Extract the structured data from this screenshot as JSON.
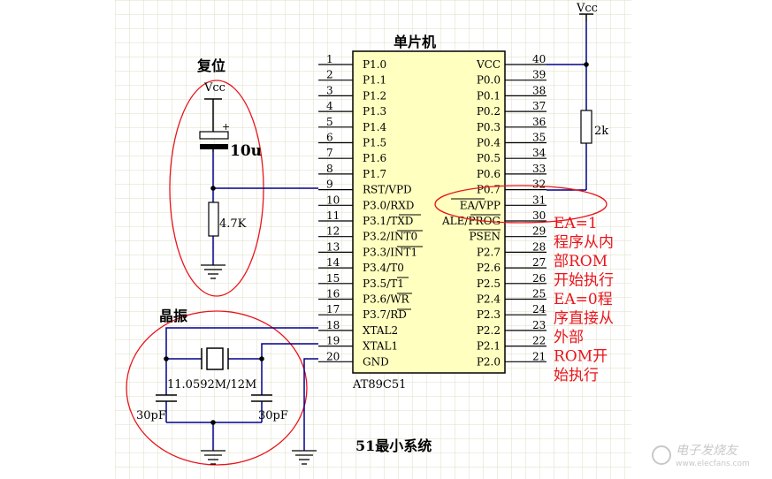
{
  "titles": {
    "chip": "单片机",
    "reset": "复位",
    "crystal_section": "晶振",
    "system": "51最小系统",
    "part": "AT89C51"
  },
  "left_pins": [
    {
      "num": "1",
      "name": "P1.0"
    },
    {
      "num": "2",
      "name": "P1.1"
    },
    {
      "num": "3",
      "name": "P1.2"
    },
    {
      "num": "4",
      "name": "P1.3"
    },
    {
      "num": "5",
      "name": "P1.4"
    },
    {
      "num": "6",
      "name": "P1.5"
    },
    {
      "num": "7",
      "name": "P1.6"
    },
    {
      "num": "8",
      "name": "P1.7"
    },
    {
      "num": "9",
      "name": "RST/VPD"
    },
    {
      "num": "10",
      "name": "P3.0/RXD"
    },
    {
      "num": "11",
      "name": "P3.1/TXD"
    },
    {
      "num": "12",
      "name": "P3.2/INT0"
    },
    {
      "num": "13",
      "name": "P3.3/INT1"
    },
    {
      "num": "14",
      "name": "P3.4/T0"
    },
    {
      "num": "15",
      "name": "P3.5/T1"
    },
    {
      "num": "16",
      "name": "P3.6/WR"
    },
    {
      "num": "17",
      "name": "P3.7/RD"
    },
    {
      "num": "18",
      "name": "XTAL2"
    },
    {
      "num": "19",
      "name": "XTAL1"
    },
    {
      "num": "20",
      "name": "GND"
    }
  ],
  "right_pins": [
    {
      "num": "40",
      "name": "VCC"
    },
    {
      "num": "39",
      "name": "P0.0"
    },
    {
      "num": "38",
      "name": "P0.1"
    },
    {
      "num": "37",
      "name": "P0.2"
    },
    {
      "num": "36",
      "name": "P0.3"
    },
    {
      "num": "35",
      "name": "P0.4"
    },
    {
      "num": "34",
      "name": "P0.5"
    },
    {
      "num": "33",
      "name": "P0.6"
    },
    {
      "num": "32",
      "name": "P0.7"
    },
    {
      "num": "31",
      "name": "EA/VPP"
    },
    {
      "num": "30",
      "name": "ALE/PROG"
    },
    {
      "num": "29",
      "name": "PSEN"
    },
    {
      "num": "28",
      "name": "P2.7"
    },
    {
      "num": "27",
      "name": "P2.6"
    },
    {
      "num": "26",
      "name": "P2.5"
    },
    {
      "num": "25",
      "name": "P2.4"
    },
    {
      "num": "24",
      "name": "P2.3"
    },
    {
      "num": "23",
      "name": "P2.2"
    },
    {
      "num": "22",
      "name": "P2.1"
    },
    {
      "num": "21",
      "name": "P2.0"
    }
  ],
  "components": {
    "vcc_right": "Vcc",
    "vcc_reset": "Vcc",
    "pullup": "2k",
    "cap_reset": "10u",
    "res_reset": "4.7K",
    "crystal": "11.0592M/12M",
    "cap_left": "30pF",
    "cap_right": "30pF"
  },
  "annotation_lines": [
    "EA=1",
    "程序从内",
    "部ROM",
    "开始执行",
    "EA=0程",
    "序直接从",
    "外部",
    "ROM开",
    "始执行"
  ],
  "watermark": {
    "brand": "电子发烧友",
    "url": "www.elecfans.com"
  },
  "colors": {
    "wire": "#00008b",
    "chip_fill": "#ffffc0",
    "grid": "#dcdcc4",
    "annotation": "#e8151b"
  }
}
